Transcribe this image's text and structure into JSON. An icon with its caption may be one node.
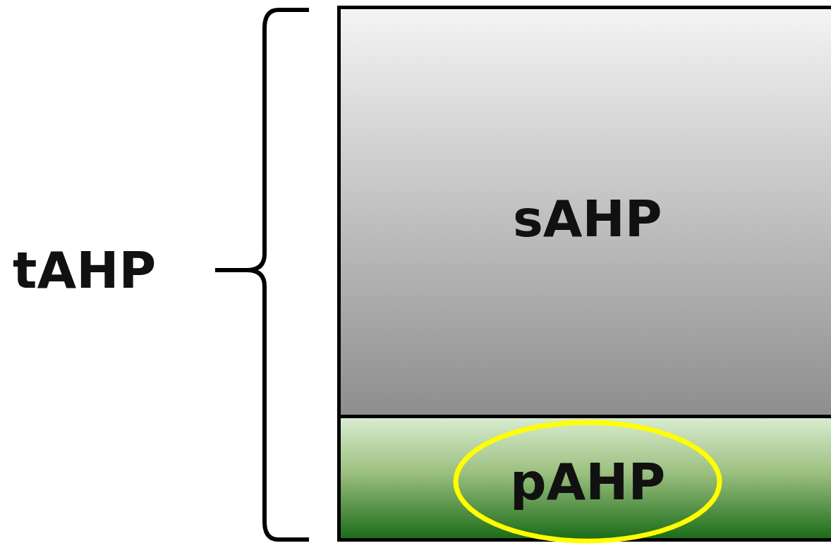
{
  "diagram": {
    "nodes": [
      {
        "text": [
          "sAHP"
        ]
      },
      {
        "text": [
          "pAHP"
        ]
      }
    ],
    "labels": [
      "tAHP"
    ]
  }
}
